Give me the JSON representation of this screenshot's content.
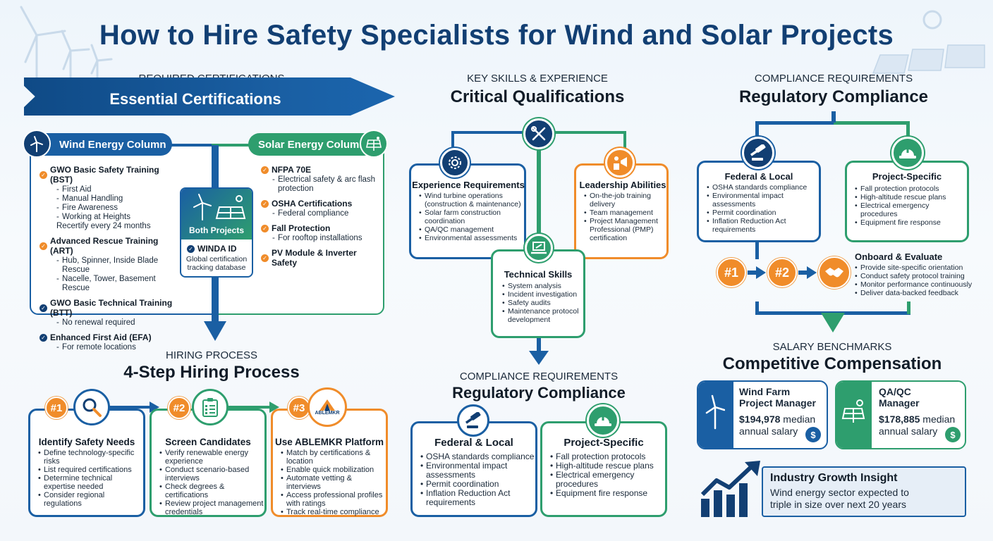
{
  "title": "How to Hire Safety Specialists for Wind and Solar Projects",
  "certifications": {
    "kicker": "REQUIRED CERTIFICATIONS",
    "banner": "Essential Certifications",
    "wind": {
      "pill": "Wind Energy Column",
      "items": [
        {
          "title": "GWO Basic Safety Training (BST)",
          "details": [
            "First Aid",
            "Manual Handling",
            "Fire Awareness",
            "Working at Heights",
            "Recertify every 24 months"
          ]
        },
        {
          "title": "Advanced Rescue Training (ART)",
          "details": [
            "Hub, Spinner, Inside Blade Rescue",
            "Nacelle, Tower, Basement Rescue"
          ]
        },
        {
          "title": "GWO Basic Technical Training (BTT)",
          "details": [
            "No renewal required"
          ]
        },
        {
          "title": "Enhanced First Aid (EFA)",
          "details": [
            "For remote locations"
          ]
        }
      ]
    },
    "solar": {
      "pill": "Solar Energy Column",
      "items": [
        {
          "title": "NFPA 70E",
          "details": [
            "Electrical safety & arc flash protection"
          ]
        },
        {
          "title": "OSHA Certifications",
          "details": [
            "Federal compliance"
          ]
        },
        {
          "title": "Fall Protection",
          "details": [
            "For rooftop installations"
          ]
        },
        {
          "title": "PV Module & Inverter Safety",
          "details": []
        }
      ]
    },
    "both": {
      "label": "Both Projects",
      "item_title": "WINDA ID",
      "item_text": "Global certification tracking database"
    }
  },
  "hiring": {
    "kicker": "HIRING PROCESS",
    "headline": "4-Step Hiring Process",
    "steps": [
      {
        "badge": "#1",
        "title": "Identify Safety Needs",
        "items": [
          "Define technology-specific risks",
          "List required certifications",
          "Determine technical expertise needed",
          "Consider regional regulations"
        ]
      },
      {
        "badge": "#2",
        "title": "Screen Candidates",
        "items": [
          "Verify renewable energy experience",
          "Conduct scenario-based interviews",
          "Check degrees & certifications",
          "Review project management credentials"
        ]
      },
      {
        "badge": "#3",
        "title": "Use ABLEMKR Platform",
        "logo": "ABLEMKR",
        "items": [
          "Match by certifications & location",
          "Enable quick mobilization",
          "Automate vetting & interviews",
          "Access professional profiles with ratings",
          "Track real-time compliance"
        ]
      }
    ]
  },
  "skills": {
    "kicker": "KEY SKILLS & EXPERIENCE",
    "headline": "Critical Qualifications",
    "experience": {
      "title": "Experience Requirements",
      "items": [
        "Wind turbine operations (construction & maintenance)",
        "Solar farm construction coordination",
        "QA/QC management",
        "Environmental assessments"
      ]
    },
    "leadership": {
      "title": "Leadership Abilities",
      "items": [
        "On-the-job training delivery",
        "Team management",
        "Project Management Professional (PMP) certification"
      ]
    },
    "technical": {
      "title": "Technical Skills",
      "items": [
        "System analysis",
        "Incident investigation",
        "Safety audits",
        "Maintenance protocol development"
      ]
    }
  },
  "compliance_center": {
    "kicker": "COMPLIANCE REQUIREMENTS",
    "headline": "Regulatory Compliance",
    "federal": {
      "title": "Federal & Local",
      "items": [
        "OSHA standards compliance",
        "Environmental impact assessments",
        "Permit coordination",
        "Inflation Reduction Act requirements"
      ]
    },
    "project": {
      "title": "Project-Specific",
      "items": [
        "Fall protection protocols",
        "High-altitude rescue plans",
        "Electrical emergency procedures",
        "Equipment fire response"
      ]
    }
  },
  "compliance_right": {
    "kicker": "COMPLIANCE REQUIREMENTS",
    "headline": "Regulatory Compliance",
    "federal": {
      "title": "Federal & Local",
      "items": [
        "OSHA standards compliance",
        "Environmental impact assessments",
        "Permit coordination",
        "Inflation Reduction Act requirements"
      ]
    },
    "project": {
      "title": "Project-Specific",
      "items": [
        "Fall protection protocols",
        "High-altitude rescue plans",
        "Electrical emergency procedures",
        "Equipment fire response"
      ]
    }
  },
  "onboard": {
    "badges": [
      "#1",
      "#2"
    ],
    "title": "Onboard & Evaluate",
    "items": [
      "Provide site-specific orientation",
      "Conduct safety protocol training",
      "Monitor performance continuously",
      "Deliver data-backed feedback"
    ]
  },
  "salary": {
    "kicker": "SALARY BENCHMARKS",
    "headline": "Competitive Compensation",
    "cards": [
      {
        "role": "Wind Farm Project Manager",
        "amount": "$194,978",
        "suffix": "median",
        "period": "annual salary"
      },
      {
        "role": "QA/QC Manager",
        "amount": "$178,885",
        "suffix": "median",
        "period": "annual salary"
      }
    ]
  },
  "insight": {
    "title": "Industry Growth Insight",
    "text": "Wind energy sector expected to triple in size over next 20 years"
  },
  "colors": {
    "navy": "#123f73",
    "blue": "#1a5fa3",
    "green": "#2e9e6e",
    "orange": "#f08c2a"
  }
}
